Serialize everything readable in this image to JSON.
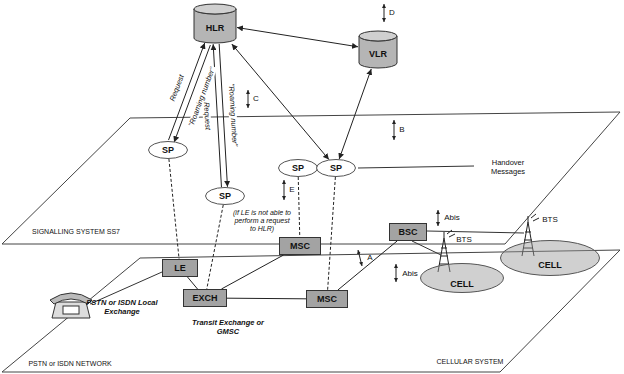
{
  "diagram": {
    "nodes": [
      {
        "text": [
          "HLR"
        ]
      },
      {
        "text": [
          "VLR"
        ]
      },
      {
        "text": [
          "SP"
        ]
      },
      {
        "text": [
          "SP",
          "(if LE is not able to perform a request to HLR)"
        ]
      },
      {
        "text": [
          "SP"
        ]
      },
      {
        "text": [
          "SP"
        ]
      },
      {
        "text": [
          "LE"
        ]
      },
      {
        "text": [
          "EXCH"
        ]
      },
      {
        "text": [
          "MSC"
        ]
      },
      {
        "text": [
          "MSC"
        ]
      },
      {
        "text": [
          "BSC"
        ]
      },
      {
        "text": [
          "CELL"
        ]
      },
      {
        "text": [
          "CELL"
        ]
      }
    ],
    "edges": [
      {
        "from": 0,
        "to": 1,
        "arrow": "both"
      },
      {
        "from": 2,
        "to": 0,
        "label": "Request",
        "arrow": "to"
      },
      {
        "from": 0,
        "to": 2,
        "label": "\"Roaming number\"",
        "arrow": "to"
      },
      {
        "from": 3,
        "to": 0,
        "label": "Request",
        "arrow": "to"
      },
      {
        "from": 0,
        "to": 3,
        "label": "\"Roaming number\"",
        "arrow": "to"
      },
      {
        "from": 0,
        "to": 5,
        "arrow": "both"
      },
      {
        "from": 1,
        "to": 5,
        "arrow": "both"
      },
      {
        "from": 2,
        "to": 6,
        "arrow": "none"
      },
      {
        "from": 3,
        "to": 7,
        "arrow": "none"
      },
      {
        "from": 4,
        "to": 8,
        "arrow": "none"
      },
      {
        "from": 5,
        "to": 9,
        "arrow": "none"
      },
      {
        "from": 6,
        "to": 7,
        "arrow": "none"
      },
      {
        "from": 7,
        "to": 8,
        "arrow": "none"
      },
      {
        "from": 7,
        "to": 9,
        "arrow": "none"
      },
      {
        "from": 9,
        "to": 10,
        "arrow": "none"
      }
    ],
    "labels": [
      "SIGNALLING SYSTEM SS7",
      "PSTN or ISDN NETWORK",
      "CELLULAR SYSTEM",
      "PSTN or ISDN Local Exchange",
      "Transit Exchange or GMSC",
      "D",
      "C",
      "B",
      "E",
      "A",
      "Abis",
      "Abis",
      "BTS",
      "BTS",
      "Handover Messages"
    ]
  }
}
